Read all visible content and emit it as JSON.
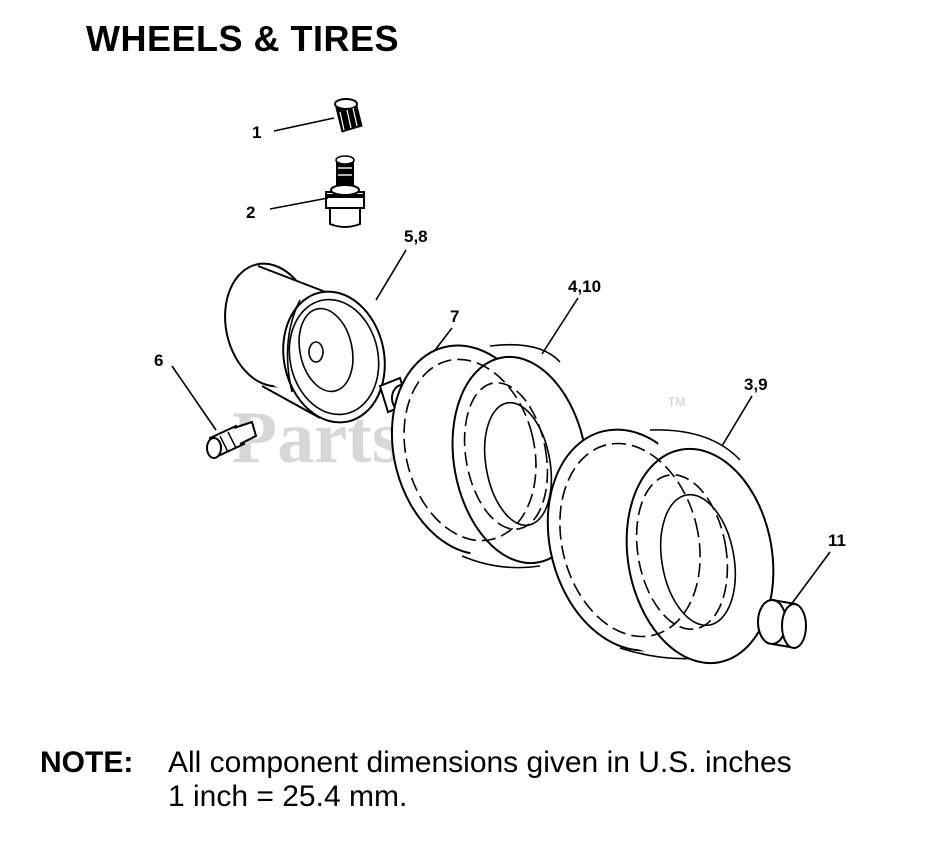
{
  "title": "WHEELS & TIRES",
  "watermark": "PartsTree",
  "watermark_tm": "TM",
  "callouts": {
    "c1": "1",
    "c2": "2",
    "c58": "5,8",
    "c410": "4,10",
    "c7": "7",
    "c6": "6",
    "c39": "3,9",
    "c11": "11"
  },
  "note": {
    "label": "NOTE:",
    "line1": "All component dimensions given in U.S. inches",
    "line2": "1 inch = 25.4 mm."
  }
}
